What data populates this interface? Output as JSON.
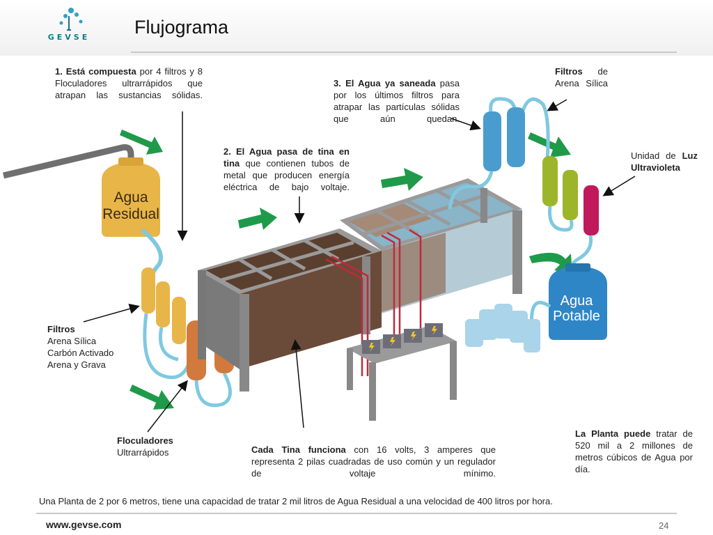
{
  "header": {
    "title": "Flujograma",
    "logo_text": "GEVSE"
  },
  "labels": {
    "residual_tank": [
      "Agua",
      "Residual"
    ],
    "potable_tank": [
      "Agua",
      "Potable"
    ]
  },
  "annotations": {
    "composition": {
      "bold": "1. Está compuesta",
      "rest": " por 4 filtros y 8 Floculadores ultrarrápidos que atrapan las sustancias sólidas."
    },
    "tina": {
      "bold": "2. El Agua pasa de tina en tina",
      "rest": " que contienen tubos de metal que producen energía eléctrica de bajo voltaje."
    },
    "saneada": {
      "bold": "3. El Agua ya saneada",
      "rest": " pasa por los últimos filtros para atrapar las partículas sólidas  que aún quedan."
    },
    "filtros_silica": {
      "bold": "Filtros",
      "rest": " de Arena Sílica"
    },
    "uv": {
      "pre": "Unidad de ",
      "bold": "Luz Ultravioleta"
    },
    "filtros": {
      "title": "Filtros",
      "lines": [
        "Arena Sílica",
        "Carbón Activado",
        "Arena y Grava"
      ]
    },
    "floculadores": {
      "title": "Floculadores",
      "sub": "Ultrarrápidos"
    },
    "cada_tina": {
      "bold": "Cada Tina funciona",
      "rest": " con 16 volts, 3 amperes que representa 2 pilas cuadradas de uso común y un regulador de voltaje mínimo."
    },
    "capacidad": {
      "bold": "La Planta puede",
      "rest": " tratar de 520 mil a 2 millones de metros cúbicos de Agua por día."
    }
  },
  "summary": "Una Planta de 2 por 6 metros, tiene una capacidad de tratar 2 mil litros de Agua Residual a una velocidad de 400 litros por hora.",
  "footer": {
    "url": "www.gevse.com",
    "page": "24"
  },
  "colors": {
    "pipe": "#7fc9e0",
    "arrow_green": "#1f9a4a",
    "residual_tank": "#e8b548",
    "potable_tank": "#2f86c6",
    "filter_blue": "#4a9ccf",
    "uv_green": "#9cb52a",
    "uv_magenta": "#c0195c",
    "floc_orange": "#d27a3e",
    "table_gray": "#8c8c8c"
  }
}
